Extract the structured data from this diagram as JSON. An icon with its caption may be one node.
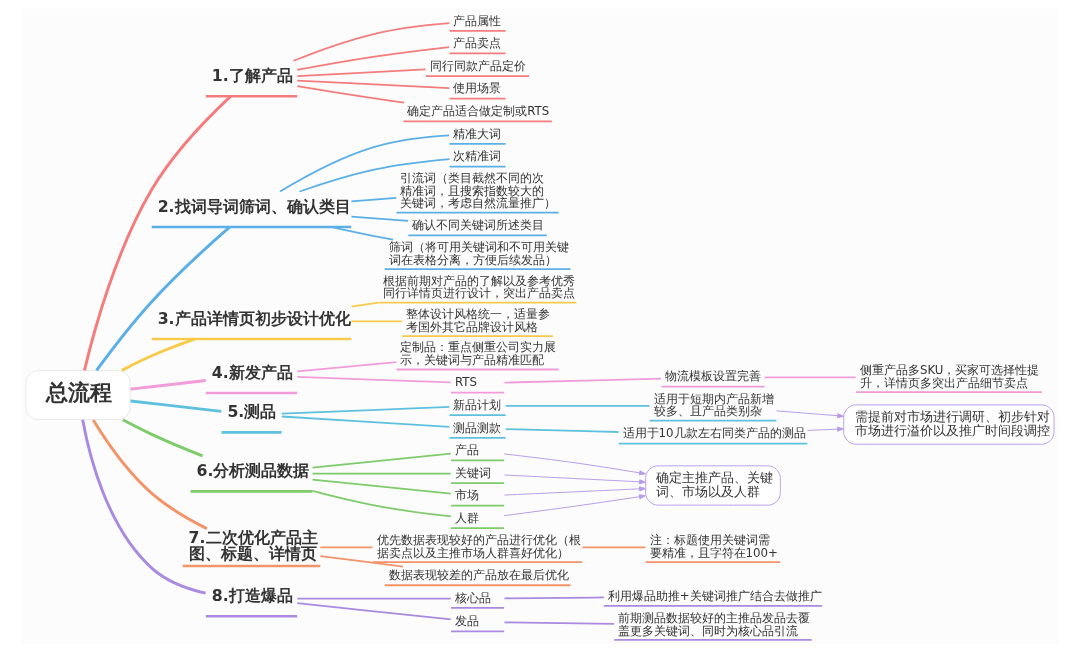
{
  "diagram": {
    "nodes": [
      {
        "text": [
          "总流程"
        ]
      },
      {
        "text": [
          "1.了解产品"
        ]
      },
      {
        "text": [
          "产品属性"
        ]
      },
      {
        "text": [
          "产品卖点"
        ]
      },
      {
        "text": [
          "同行同款产品定价"
        ]
      },
      {
        "text": [
          "使用场景"
        ]
      },
      {
        "text": [
          "确定产品适合做定制或RTS"
        ]
      },
      {
        "text": [
          "2.找词导词筛词、确认类目"
        ]
      },
      {
        "text": [
          "精准大词"
        ]
      },
      {
        "text": [
          "次精准词"
        ]
      },
      {
        "text": [
          "引流词（类目截然不同的次精准词，且搜索指数较大的关键词，考虑自然流量推广）"
        ]
      },
      {
        "text": [
          "确认不同关键词所述类目"
        ]
      },
      {
        "text": [
          "筛词（将可用关键词和不可用关键词在表格分离，方便后续发品）"
        ]
      },
      {
        "text": [
          "3.产品详情页初步设计优化"
        ]
      },
      {
        "text": [
          "根据前期对产品的了解以及参考优秀同行详情页进行设计，突出产品卖点"
        ]
      },
      {
        "text": [
          "整体设计风格统一，适量参考国外其它品牌设计风格"
        ]
      },
      {
        "text": [
          "4.新发产品"
        ]
      },
      {
        "text": [
          "定制品：重点侧重公司实力展示，关键词与产品精准匹配"
        ]
      },
      {
        "text": [
          "RTS"
        ]
      },
      {
        "text": [
          "物流模板设置完善"
        ]
      },
      {
        "text": [
          "侧重产品多SKU，买家可选择性提升，详情页多突出产品细节卖点"
        ]
      },
      {
        "text": [
          "5.测品"
        ]
      },
      {
        "text": [
          "新品计划"
        ]
      },
      {
        "text": [
          "适用于短期内产品新增较多、且产品类别杂"
        ]
      },
      {
        "text": [
          "测品测款"
        ]
      },
      {
        "text": [
          "适用于10几款左右同类产品的测品"
        ]
      },
      {
        "text": [
          "需提前对市场进行调研、初步针对市场进行溢价以及推广时间段调控"
        ]
      },
      {
        "text": [
          "6.分析测品数据"
        ]
      },
      {
        "text": [
          "产品"
        ]
      },
      {
        "text": [
          "关键词"
        ]
      },
      {
        "text": [
          "市场"
        ]
      },
      {
        "text": [
          "人群"
        ]
      },
      {
        "text": [
          "确定主推产品、关键词、市场以及人群"
        ]
      },
      {
        "text": [
          "7.二次优化产品主图、标题、详情页"
        ]
      },
      {
        "text": [
          "优先数据表现较好的产品进行优化（根据卖点以及主推市场人群喜好优化）"
        ]
      },
      {
        "text": [
          "注：标题使用关键词需要精准，且字符在100+"
        ]
      },
      {
        "text": [
          "数据表现较差的产品放在最后优化"
        ]
      },
      {
        "text": [
          "8.打造爆品"
        ]
      },
      {
        "text": [
          "核心品"
        ]
      },
      {
        "text": [
          "利用爆品助推+关键词推广结合去做推广"
        ]
      },
      {
        "text": [
          "发品"
        ]
      },
      {
        "text": [
          "前期测品数据较好的主推品发品去覆盖更多关键词、同时为核心品引流"
        ]
      }
    ],
    "edges": [
      {
        "from": 0,
        "to": 1,
        "arrow": "none",
        "color": "#f47c7c"
      },
      {
        "from": 1,
        "to": 2,
        "arrow": "none",
        "color": "#f47c7c"
      },
      {
        "from": 1,
        "to": 3,
        "arrow": "none",
        "color": "#f47c7c"
      },
      {
        "from": 1,
        "to": 4,
        "arrow": "none",
        "color": "#f47c7c"
      },
      {
        "from": 1,
        "to": 5,
        "arrow": "none",
        "color": "#f47c7c"
      },
      {
        "from": 1,
        "to": 6,
        "arrow": "none",
        "color": "#f47c7c"
      },
      {
        "from": 0,
        "to": 7,
        "arrow": "none",
        "color": "#5aafe6"
      },
      {
        "from": 7,
        "to": 8,
        "arrow": "none",
        "color": "#5aafe6"
      },
      {
        "from": 7,
        "to": 9,
        "arrow": "none",
        "color": "#5aafe6"
      },
      {
        "from": 7,
        "to": 10,
        "arrow": "none",
        "color": "#5aafe6"
      },
      {
        "from": 7,
        "to": 11,
        "arrow": "none",
        "color": "#5aafe6"
      },
      {
        "from": 7,
        "to": 12,
        "arrow": "none",
        "color": "#5aafe6"
      },
      {
        "from": 0,
        "to": 13,
        "arrow": "none",
        "color": "#f8c94a"
      },
      {
        "from": 13,
        "to": 14,
        "arrow": "none",
        "color": "#f8c94a"
      },
      {
        "from": 13,
        "to": 15,
        "arrow": "none",
        "color": "#f8c94a"
      },
      {
        "from": 0,
        "to": 16,
        "arrow": "none",
        "color": "#f19bd9"
      },
      {
        "from": 16,
        "to": 17,
        "arrow": "none",
        "color": "#f19bd9"
      },
      {
        "from": 16,
        "to": 18,
        "arrow": "none",
        "color": "#f19bd9"
      },
      {
        "from": 18,
        "to": 19,
        "arrow": "none",
        "color": "#f19bd9"
      },
      {
        "from": 19,
        "to": 20,
        "arrow": "none",
        "color": "#f19bd9"
      },
      {
        "from": 0,
        "to": 21,
        "arrow": "none",
        "color": "#5cc0de"
      },
      {
        "from": 21,
        "to": 22,
        "arrow": "none",
        "color": "#5cc0de"
      },
      {
        "from": 22,
        "to": 23,
        "arrow": "none",
        "color": "#5cc0de"
      },
      {
        "from": 21,
        "to": 24,
        "arrow": "none",
        "color": "#5cc0de"
      },
      {
        "from": 24,
        "to": 25,
        "arrow": "none",
        "color": "#5cc0de"
      },
      {
        "from": 23,
        "to": 26,
        "arrow": "to",
        "color": "#b79ce9"
      },
      {
        "from": 25,
        "to": 26,
        "arrow": "to",
        "color": "#b79ce9"
      },
      {
        "from": 0,
        "to": 27,
        "arrow": "none",
        "color": "#7dcb6a"
      },
      {
        "from": 27,
        "to": 28,
        "arrow": "none",
        "color": "#7dcb6a"
      },
      {
        "from": 27,
        "to": 29,
        "arrow": "none",
        "color": "#7dcb6a"
      },
      {
        "from": 27,
        "to": 30,
        "arrow": "none",
        "color": "#7dcb6a"
      },
      {
        "from": 27,
        "to": 31,
        "arrow": "none",
        "color": "#7dcb6a"
      },
      {
        "from": 28,
        "to": 32,
        "arrow": "to",
        "color": "#b79ce9"
      },
      {
        "from": 29,
        "to": 32,
        "arrow": "to",
        "color": "#b79ce9"
      },
      {
        "from": 30,
        "to": 32,
        "arrow": "to",
        "color": "#b79ce9"
      },
      {
        "from": 31,
        "to": 32,
        "arrow": "to",
        "color": "#b79ce9"
      },
      {
        "from": 0,
        "to": 33,
        "arrow": "none",
        "color": "#f39368"
      },
      {
        "from": 33,
        "to": 34,
        "arrow": "none",
        "color": "#f39368"
      },
      {
        "from": 34,
        "to": 35,
        "arrow": "none",
        "color": "#f39368"
      },
      {
        "from": 33,
        "to": 36,
        "arrow": "none",
        "color": "#f39368"
      },
      {
        "from": 0,
        "to": 37,
        "arrow": "none",
        "color": "#a98ae0"
      },
      {
        "from": 37,
        "to": 38,
        "arrow": "none",
        "color": "#a98ae0"
      },
      {
        "from": 38,
        "to": 39,
        "arrow": "none",
        "color": "#a98ae0"
      },
      {
        "from": 37,
        "to": 40,
        "arrow": "none",
        "color": "#a98ae0"
      },
      {
        "from": 40,
        "to": 41,
        "arrow": "none",
        "color": "#a98ae0"
      }
    ]
  }
}
